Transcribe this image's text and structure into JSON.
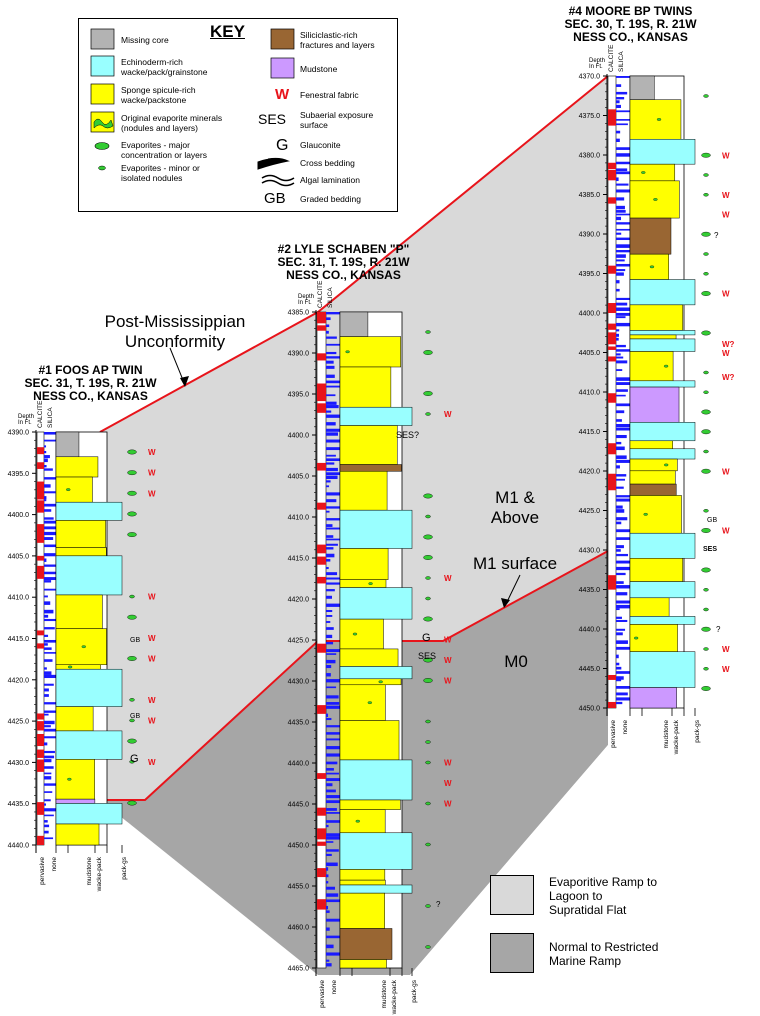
{
  "key": {
    "title": "KEY",
    "items": [
      {
        "label": "Missing core",
        "color": "#b3b3b3"
      },
      {
        "label": "Echinoderm-rich\nwacke/pack/grainstone",
        "color": "#99ffff"
      },
      {
        "label": "Sponge spicule-rich\nwacke/packstone",
        "color": "#ffff00"
      },
      {
        "label": "Original evaporite minerals\n(nodules and layers)",
        "color": "#ffff00"
      },
      {
        "label": "Evaporites - major\nconcentration or layers",
        "color": "#33cc33"
      },
      {
        "label": "Evaporites - minor or\nisolated nodules",
        "color": "#33cc33"
      },
      {
        "label": "Siliciclastic-rich\nfractures and layers",
        "color": "#996633"
      },
      {
        "label": "Mudstone",
        "color": "#cc99ff"
      },
      {
        "label": "Fenestral fabric",
        "symbol": "W"
      },
      {
        "label": "Subaerial exposure\nsurface",
        "symbol": "SES"
      },
      {
        "label": "Glauconite",
        "symbol": "G"
      },
      {
        "label": "Cross bedding"
      },
      {
        "label": "Algal lamination"
      },
      {
        "label": "Graded bedding",
        "symbol": "GB"
      }
    ]
  },
  "wells": [
    {
      "title": "#1 FOOS AP TWIN\nSEC. 31, T. 19S, R. 21W\nNESS CO., KANSAS",
      "depth_ticks": [
        "4390.0",
        "4395.0",
        "4400.0",
        "4405.0",
        "4410.0",
        "4415.0",
        "4420.0",
        "4425.0",
        "4430.0",
        "4435.0",
        "4440.0"
      ]
    },
    {
      "title": "#2 LYLE SCHABEN \"P\"\nSEC. 31, T. 19S, R. 21W\nNESS CO., KANSAS",
      "depth_ticks": [
        "4385.0",
        "4390.0",
        "4395.0",
        "4400.0",
        "4405.0",
        "4410.0",
        "4415.0",
        "4420.0",
        "4425.0",
        "4430.0",
        "4435.0",
        "4440.0",
        "4445.0",
        "4450.0",
        "4455.0",
        "4460.0",
        "4465.0"
      ]
    },
    {
      "title": "#4 MOORE BP TWINS\nSEC. 30, T. 19S, R. 21W\nNESS CO., KANSAS",
      "depth_ticks": [
        "4370.0",
        "4375.0",
        "4380.0",
        "4385.0",
        "4390.0",
        "4395.0",
        "4400.0",
        "4405.0",
        "4410.0",
        "4415.0",
        "4420.0",
        "4425.0",
        "4430.0",
        "4435.0",
        "4440.0",
        "4445.0",
        "4450.0"
      ]
    }
  ],
  "column_labels": {
    "depth": "Depth\nIn Ft.",
    "calcite": "CALCITE",
    "silica": "SILICA",
    "bottom": [
      "pervasive",
      "none",
      "mudstone",
      "wacke-pack",
      "pack-gs"
    ]
  },
  "annotations": {
    "unconformity": "Post-Mississippian\nUnconformity",
    "m1_above": "M1 &\nAbove",
    "m1_surface": "M1 surface",
    "m0": "M0",
    "ses": "SES",
    "ses_q": "SES?",
    "g": "G",
    "gb": "GB",
    "w": "W",
    "w_q": "W?",
    "q": "?"
  },
  "legend": [
    {
      "label": "Evaporitive Ramp to\nLagoon to\nSupratidal Flat",
      "color": "#d9d9d9"
    },
    {
      "label": "Normal to Restricted\nMarine Ramp",
      "color": "#a6a6a6"
    }
  ],
  "colors": {
    "light_zone": "#d9d9d9",
    "dark_zone": "#a6a6a6",
    "surface_line": "#e8141b",
    "yellow": "#ffff00",
    "cyan": "#99ffff",
    "gray": "#b3b3b3",
    "brown": "#996633",
    "purple": "#cc99ff",
    "green": "#33cc33",
    "red": "#e8141b",
    "blue": "#1a1aff"
  }
}
